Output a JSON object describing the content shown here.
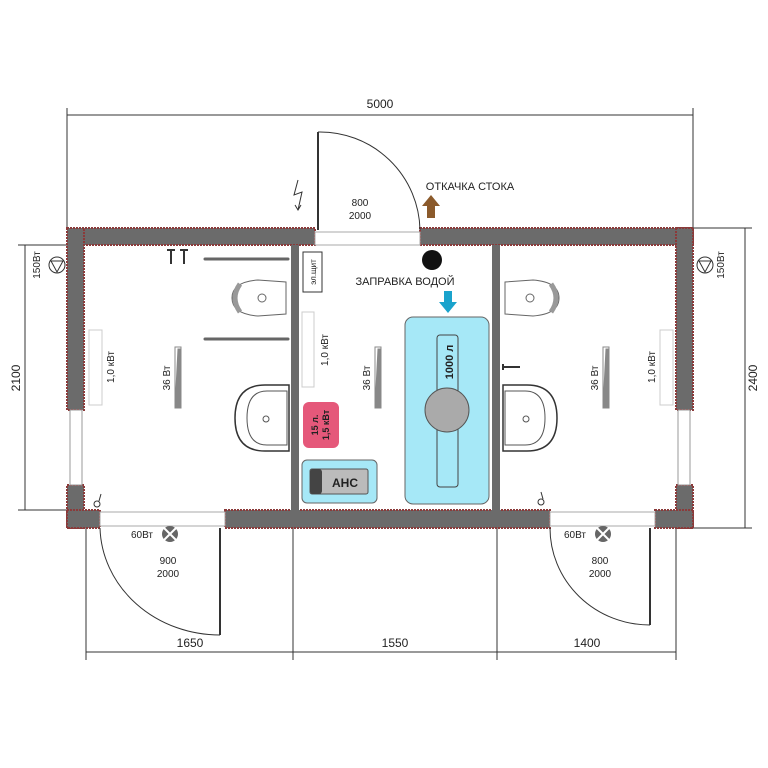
{
  "dimensions": {
    "total_width": "5000",
    "left_height": "2100",
    "right_height": "2400",
    "bottom_left": "1650",
    "bottom_middle": "1550",
    "bottom_right": "1400"
  },
  "doors": {
    "top": {
      "width": "800",
      "height": "2000"
    },
    "bottom_left": {
      "width": "900",
      "height": "2000"
    },
    "bottom_right": {
      "width": "800",
      "height": "2000"
    }
  },
  "labels": {
    "drain": "ОТКАЧКА СТОКА",
    "water_fill": "ЗАПРАВКА ВОДОЙ",
    "panel": "эл.щит",
    "tank": "1000 л",
    "heater_line1": "15 л.",
    "heater_line2": "1,5 кВт",
    "pump": "АНС"
  },
  "fixtures": {
    "outdoor_lamp_left": "150Вт",
    "outdoor_lamp_right": "150Вт",
    "door_lamp_left": "60Вт",
    "door_lamp_right": "60Вт",
    "heater_left": "1,0 кВт",
    "heater_middle": "1,0 кВт",
    "heater_right": "1,0 кВт",
    "light_left": "36 Вт",
    "light_middle": "36 Вт",
    "light_right": "36 Вт"
  },
  "colors": {
    "wall": "#6b6b6b",
    "brick": "#8b3a3a",
    "water": "#a6e8f7",
    "water_arrow": "#1aa3cc",
    "heater": "#e5587a",
    "drain_arrow": "#8b5a2b"
  }
}
